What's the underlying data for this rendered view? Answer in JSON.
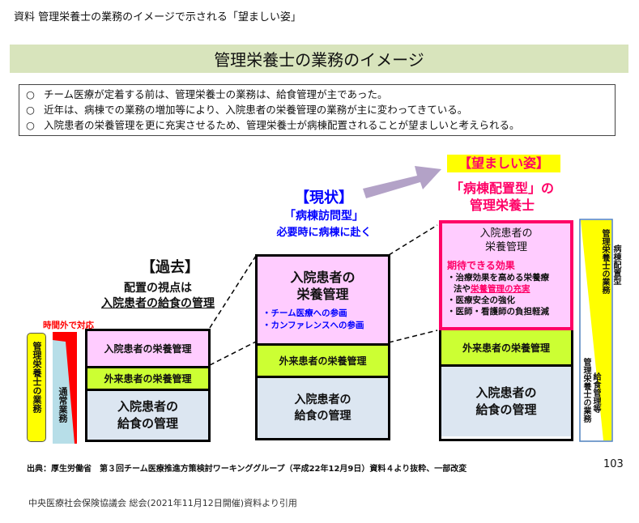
{
  "doc_caption": "資料 管理栄養士の業務のイメージで示される「望ましい姿」",
  "title": "管理栄養士の業務のイメージ",
  "summary": [
    {
      "bullet": "○",
      "text": "チーム医療が定着する前は、管理栄養士の業務は、給食管理が主であった。"
    },
    {
      "bullet": "○",
      "text": "近年は、病棟での業務の増加等により、入院患者の栄養管理の業務が主に変わってきている。"
    },
    {
      "bullet": "○",
      "text": "入院患者の栄養管理を更に充実させるため、管理栄養士が病棟配置されることが望ましいと考えられる。"
    }
  ],
  "colors": {
    "title_band": "#d8e4bc",
    "pink_block": "#ffccff",
    "lime_block": "#ccff33",
    "gray_block": "#dce6f1",
    "blue_text": "#0000ff",
    "magenta_text": "#ff0066",
    "red": "#ff0000",
    "yellow": "#ffff00",
    "arrow": "#b3a2c7"
  },
  "past": {
    "heading": "【過去】",
    "sub1": "配置の視点は",
    "sub2": "入院患者の給食の管理",
    "overtime_label": "時間外で対応",
    "side_label": "管理栄養士の業務",
    "regular_label": "通常業務",
    "blocks": {
      "inpatient_nutrition": "入院患者の栄養管理",
      "outpatient_nutrition": "外来患者の栄養管理",
      "meal_mgmt_line1": "入院患者の",
      "meal_mgmt_line2": "給食の管理"
    }
  },
  "current": {
    "heading": "【現状】",
    "type": "「病棟訪問型」",
    "desc": "必要時に病棟に赴く",
    "blocks": {
      "inpatient_line1": "入院患者の",
      "inpatient_line2": "栄養管理",
      "items": [
        "・チーム医療への参画",
        "・カンファレンスへの参画"
      ],
      "outpatient_nutrition": "外来患者の栄養管理",
      "meal_mgmt_line1": "入院患者の",
      "meal_mgmt_line2": "給食の管理"
    }
  },
  "desired": {
    "heading": "【望ましい姿】",
    "type_line1": "「病棟配置型」の",
    "type_line2": "管理栄養士",
    "blocks": {
      "inpatient_line1": "入院患者の",
      "inpatient_line2": "栄養管理",
      "effects_title": "期待できる効果",
      "effect1_a": "・治療効果を高める栄養療",
      "effect1_b_prefix": "法や",
      "effect1_b_highlight": "栄養管理の充実",
      "effect2": "・医療安全の強化",
      "effect3": "・医師・看護師の負担軽減",
      "outpatient_nutrition": "外来患者の栄養管理",
      "meal_mgmt_line1": "入院患者の",
      "meal_mgmt_line2": "給食の管理"
    },
    "wedge_upper_a": "管理栄養士の業務",
    "wedge_upper_b": "病棟配置型",
    "wedge_lower_a": "管理栄養士の業務",
    "wedge_lower_b": "給食管理等"
  },
  "source": "出典：厚生労働省　第３回チーム医療推進方策検討ワーキンググループ（平成22年12月9日）資料４より抜粋、一部改変",
  "page_number": "103",
  "citation": "中央医療社会保険協議会 総会(2021年11月12日開催)資料より引用"
}
